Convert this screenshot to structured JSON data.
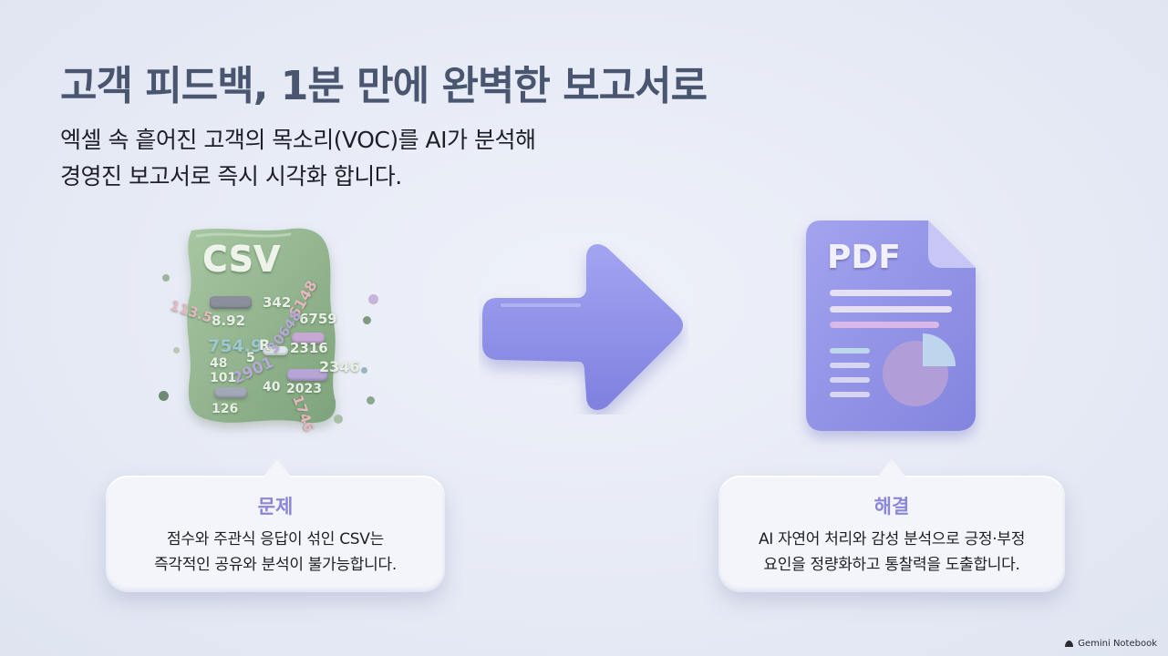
{
  "title": "고객 피드백, 1분 만에 완벽한 보고서로",
  "subtitle": {
    "line1": "엑셀 속 흩어진 고객의 목소리(VOC)를 AI가 분석해",
    "line2": "경영진 보고서로 즉시 시각화 합니다."
  },
  "csv": {
    "label": "CSV",
    "numbers": [
      "113.5",
      "8.92",
      "342",
      "6148",
      "6759",
      "754.9",
      "R",
      "2316",
      "30648",
      "5",
      "2901",
      "2346",
      "48",
      "101",
      "40",
      "2023",
      "126",
      "1746"
    ]
  },
  "pdf": {
    "label": "PDF"
  },
  "problem": {
    "title": "문제",
    "line1": "점수와 주관식 응답이 섞인 CSV는",
    "line2": "즉각적인 공유와 분석이 불가능합니다."
  },
  "solution": {
    "title": "해결",
    "line1": "AI 자연어 처리와 감성 분석으로 긍정·부정",
    "line2": "요인을 정량화하고 통찰력을 도출합니다."
  },
  "brand": {
    "name": "Gemini Notebook",
    "icon": "notebook-icon"
  },
  "colors": {
    "title": "#4a5670",
    "csv_green": "#8fb38c",
    "arrow_purple": "#8e8fe8",
    "pdf_purple": "#8f8fe6",
    "callout_title": "#8a86d8"
  }
}
